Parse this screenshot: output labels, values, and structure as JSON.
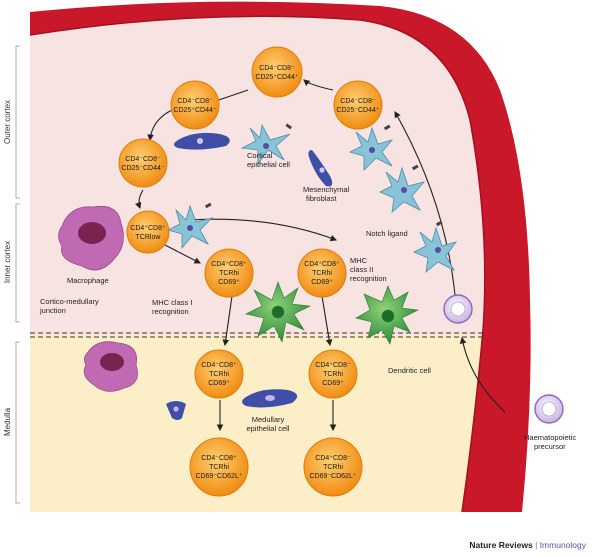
{
  "zones": {
    "outer_cortex": "Outer cortex",
    "inner_cortex": "Inner cortex",
    "medulla": "Medulla"
  },
  "cells": {
    "c1": [
      "CD4⁻CD8⁻",
      "CD25⁻CD44⁺"
    ],
    "c2": [
      "CD4⁻CD8⁻",
      "CD25⁺CD44⁺"
    ],
    "c3": [
      "CD4⁻CD8⁻",
      "CD25⁺CD44⁻"
    ],
    "c4": [
      "CD4⁻CD8⁻",
      "CD25⁻CD44⁻"
    ],
    "c5": [
      "CD4⁺CD8⁺",
      "TCRlow"
    ],
    "c6": [
      "CD4⁺CD8⁺",
      "TCRhi",
      "CD69⁺"
    ],
    "c7": [
      "CD4⁺CD8⁺",
      "TCRhi",
      "CD69⁺"
    ],
    "c8": [
      "CD4⁻CD8⁺",
      "TCRhi",
      "CD69⁺"
    ],
    "c9": [
      "CD4⁺CD8⁻",
      "TCRhi",
      "CD69⁺"
    ],
    "c10": [
      "CD4⁻CD8⁺",
      "TCRhi",
      "CD69⁻CD62L⁺"
    ],
    "c11": [
      "CD4⁺CD8⁻",
      "TCRhi",
      "CD69⁻CD62L⁺"
    ]
  },
  "labels": {
    "cortical_epithelial": [
      "Cortical",
      "epithelial cell"
    ],
    "mesenchymal": [
      "Mesenchymal",
      "fibroblast"
    ],
    "notch": "Notch ligand",
    "macrophage": "Macrophage",
    "cortico_medullary": [
      "Cortico-medullary",
      "junction"
    ],
    "mhc1": [
      "MHC class I",
      "recognition"
    ],
    "mhc2": [
      "MHC",
      "class II",
      "recognition"
    ],
    "dendritic": "Dendritic cell",
    "medullary_epithelial": [
      "Medullary",
      "epithelial cell"
    ],
    "haematopoietic": [
      "Haematopoietic",
      "precursor"
    ]
  },
  "credit": {
    "journal": "Nature Reviews",
    "separator": "|",
    "subject": "Immunology"
  },
  "colors": {
    "capsule": "#c8182a",
    "cortex": "#f7e1e1",
    "medulla": "#fbeec5",
    "thymocyte": "#f59a1d",
    "dendritic": "#4ea64e",
    "macrophage": "#b25fa8"
  }
}
